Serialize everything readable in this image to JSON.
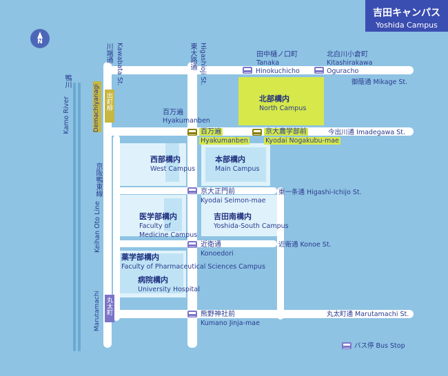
{
  "title": {
    "jp": "吉田キャンパス",
    "en": "Yoshida Campus"
  },
  "compass": "N",
  "rivers": {
    "kamo_jp": "鴨川",
    "kamo_en": "Kamo River"
  },
  "streets": {
    "kawabata_jp": "川端通",
    "kawabata_en": "Kawabata St.",
    "higashioji_jp": "東大路通",
    "higashioji_en": "Higashioji St.",
    "mikage": "御蔭通  Mikage St.",
    "imadegawa": "今出川通  Imadegawa St.",
    "higashi_ichijo": "東一条通  Higashi-Ichijo St.",
    "konoe": "近衛通  Konoe St.",
    "marutamachi": "丸太町通  Marutamachi St."
  },
  "lines": {
    "keihan_jp": "京阪鴨東線",
    "keihan_en": "Keihan Oto Line"
  },
  "stations": {
    "demachiyanagi_jp": "出町柳",
    "demachiyanagi_en": "Demachiyanagi",
    "marutamachi_jp": "丸太町",
    "marutamachi_en": "Marutamachi"
  },
  "places": {
    "tanaka_jp": "田中樋ノ口町",
    "tanaka_en": "Tanaka",
    "kitashirakawa_jp": "北白川小倉町",
    "kitashirakawa_en": "Kitashirakawa",
    "hyakumanben_jp": "百万遍",
    "hyakumanben_en": "Hyakumanben"
  },
  "bus_stops": {
    "hinokuchicho": "Hinokuchicho",
    "ogura": "Oguracho",
    "hyaku_jp": "百万遍",
    "hyaku_en": "Hyakumanben",
    "nogaku_jp": "京大農学部前",
    "nogaku_en": "Kyodai Nogakubu-mae",
    "seimon_jp": "京大正門前",
    "seimon_en": "Kyodai Seimon-mae",
    "konoedori_jp": "近衛通",
    "konoedori_en": "Konoedori",
    "kumano_jp": "熊野神社前",
    "kumano_en": "Kumano Jinja-mae"
  },
  "campuses": {
    "north_jp": "北部構内",
    "north_en": "North Campus",
    "west_jp": "西部構内",
    "west_en": "West Campus",
    "main_jp": "本部構内",
    "main_en": "Main Campus",
    "medicine_jp": "医学部構内",
    "medicine_en1": "Faculty of",
    "medicine_en2": "Medicine Campus",
    "south_jp": "吉田南構内",
    "south_en": "Yoshida-South Campus",
    "pharma_jp": "薬学部構内",
    "pharma_en": "Faculty of Pharmaceutical Sciences Campus",
    "hospital_jp": "病院構内",
    "hospital_en": "University Hospital"
  },
  "legend": {
    "bus_stop": "バス停  Bus Stop"
  },
  "colors": {
    "water": "#8ec3e3",
    "campus_highlight": "#d6e84a",
    "title_bg": "#3a4db0",
    "bus_icon": "#7b74c8"
  }
}
